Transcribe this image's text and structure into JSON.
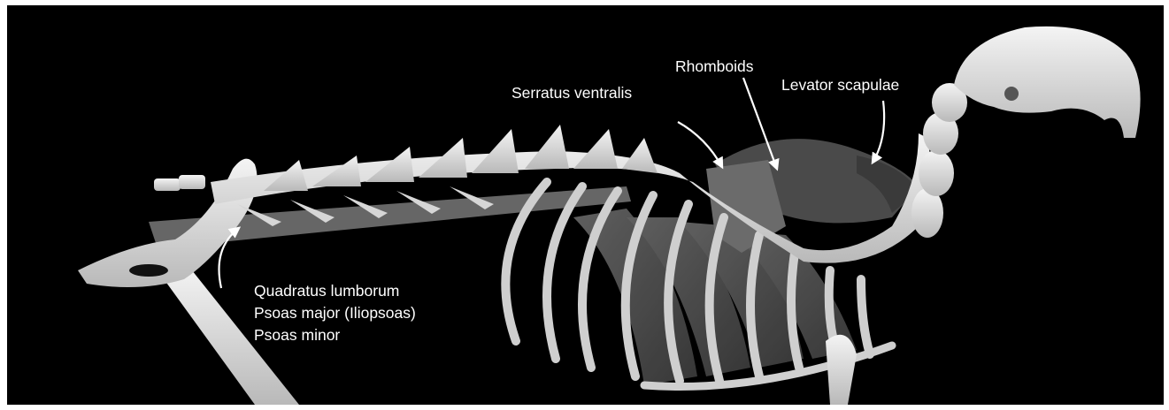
{
  "labels": {
    "serratus": "Serratus ventralis",
    "rhomboids": "Rhomboids",
    "levator": "Levator scapulae",
    "lumbar_group": [
      "Quadratus lumborum",
      "Psoas major (Iliopsoas)",
      "Psoas minor"
    ]
  },
  "colors": {
    "background": "#000000",
    "bone": "#e2e2e2",
    "muscle": "#5e5e5e",
    "muscle_dark": "#3a3a3a",
    "label_text": "#ffffff"
  }
}
